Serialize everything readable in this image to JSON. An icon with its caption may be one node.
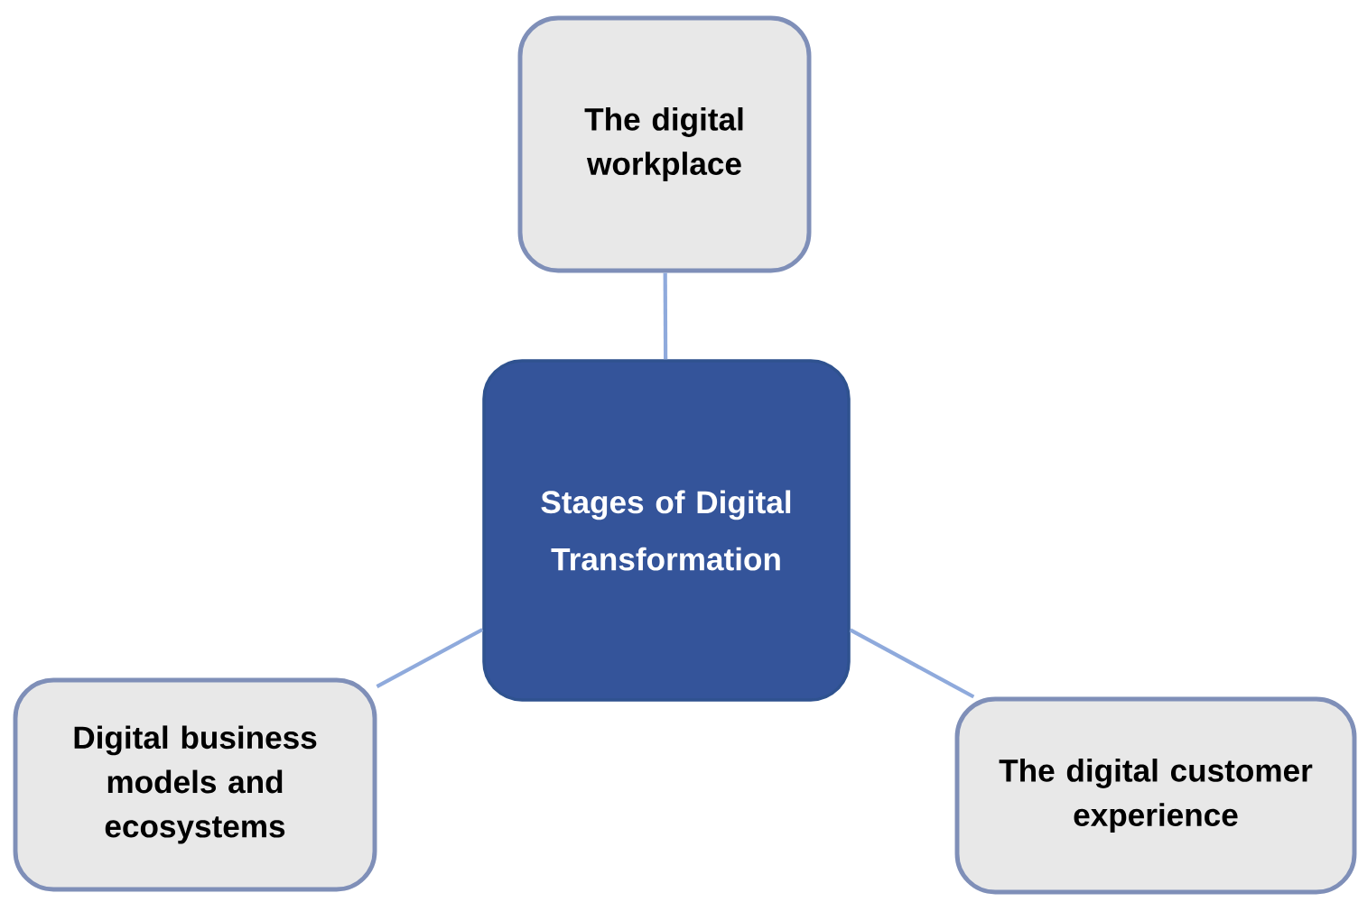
{
  "diagram": {
    "nodes": [
      {
        "text": [
          "The digital workplace"
        ]
      },
      {
        "text": [
          "Stages of Digital Transformation"
        ]
      },
      {
        "text": [
          "Digital business models and ecosystems"
        ]
      },
      {
        "text": [
          "The digital customer experience"
        ]
      }
    ],
    "edges": [
      {
        "from": 1,
        "to": 0,
        "arrow": "none"
      },
      {
        "from": 1,
        "to": 2,
        "arrow": "none"
      },
      {
        "from": 1,
        "to": 3,
        "arrow": "none"
      }
    ]
  }
}
